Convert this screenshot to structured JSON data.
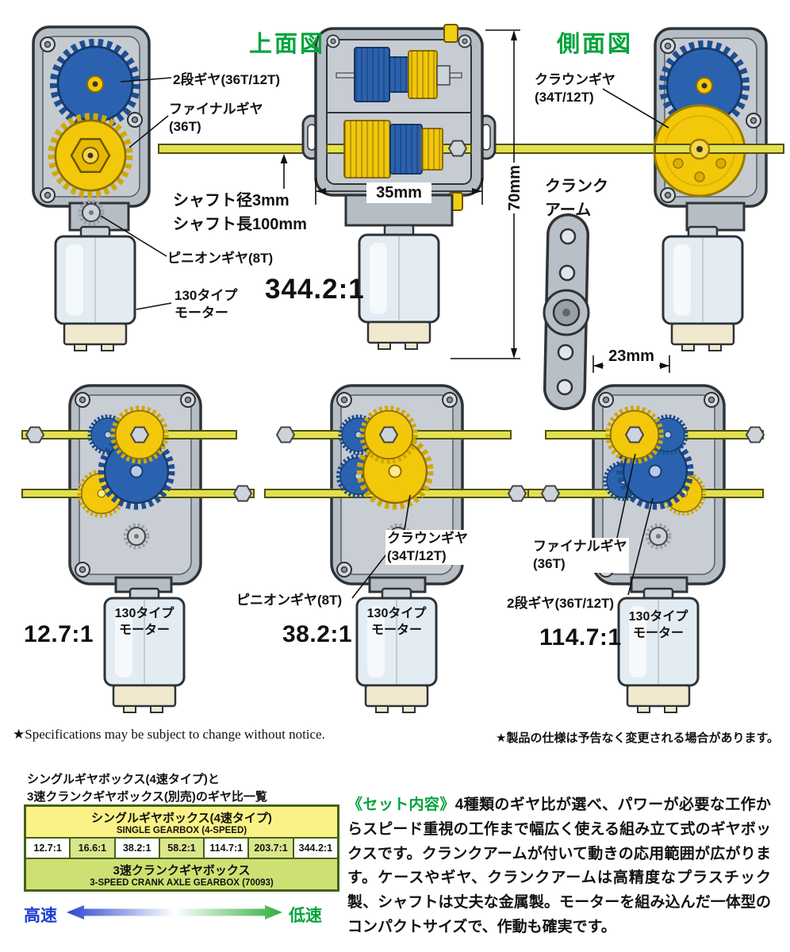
{
  "titles": {
    "top_view": "上面図",
    "side_view": "側面図"
  },
  "top": {
    "two_stage_gear": "2段ギヤ(36T/12T)",
    "final_gear_l1": "ファイナルギヤ",
    "final_gear_l2": "(36T)",
    "shaft_dia": "シャフト径3mm",
    "shaft_len": "シャフト長100mm",
    "pinion_gear": "ピニオンギヤ(8T)",
    "motor_l1": "130タイプ",
    "motor_l2": "モーター",
    "ratio": "344.2:1",
    "dim_width": "35mm",
    "dim_height": "70mm",
    "crown_gear_l1": "クラウンギヤ",
    "crown_gear_l2": "(34T/12T)",
    "crank_arm_l1": "クランク",
    "crank_arm_l2": "アーム",
    "dim_crank": "23mm"
  },
  "middle": {
    "gearboxes": [
      {
        "ratio": "12.7:1",
        "motor_l1": "130タイプ",
        "motor_l2": "モーター"
      },
      {
        "ratio": "38.2:1",
        "motor_l1": "130タイプ",
        "motor_l2": "モーター"
      },
      {
        "ratio": "114.7:1",
        "motor_l1": "130タイプ",
        "motor_l2": "モーター"
      }
    ],
    "crown_gear_l1": "クラウンギヤ",
    "crown_gear_l2": "(34T/12T)",
    "pinion_gear": "ピニオンギヤ(8T)",
    "final_gear_l1": "ファイナルギヤ",
    "final_gear_l2": "(36T)",
    "two_stage_gear": "2段ギヤ(36T/12T)"
  },
  "notices": {
    "en": "★Specifications may be subject to change without notice.",
    "ja": "★製品の仕様は予告なく変更される場合があります。"
  },
  "ratio_table": {
    "caption_l1": "シングルギヤボックス(4速タイプ)と",
    "caption_l2": "3速クランクギヤボックス(別売)のギヤ比一覧",
    "single_ja": "シングルギヤボックス(4速タイプ)",
    "single_en": "SINGLE GEARBOX (4-SPEED)",
    "ratios": [
      "12.7:1",
      "16.6:1",
      "38.2:1",
      "58.2:1",
      "114.7:1",
      "203.7:1",
      "344.2:1"
    ],
    "crank_ja": "3速クランクギヤボックス",
    "crank_en": "3-SPEED CRANK AXLE GEARBOX (70093)",
    "high_speed": "高速",
    "low_speed": "低速"
  },
  "description": {
    "lead": "《セット内容》",
    "body": "4種類のギヤ比が選べ、パワーが必要な工作からスピード重視の工作まで幅広く使える組み立て式のギヤボックスです。クランクアームが付いて動きの応用範囲が広がります。ケースやギヤ、クランクアームは高精度なプラスチック製、シャフトは丈夫な金属製。モーターを組み込んだ一体型のコンパクトサイズで、作動も確実です。"
  },
  "colors": {
    "accent_green": "#00a43c",
    "gear_blue": "#2a62b0",
    "gear_yellow": "#f3c70a",
    "shaft_yellow": "#e3e04e",
    "speed_blue": "#1d3fd0"
  }
}
